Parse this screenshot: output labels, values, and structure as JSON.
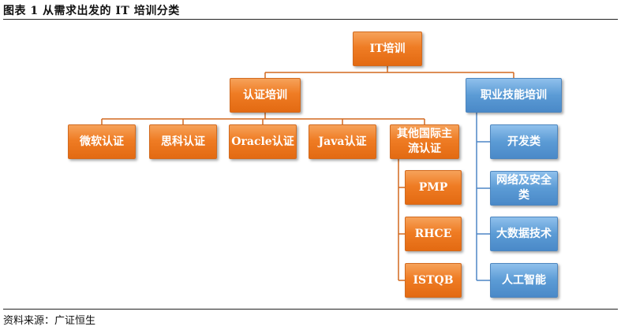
{
  "caption": "图表 1  从需求出发的 IT 培训分类",
  "source": "资料来源：广证恒生",
  "colors": {
    "orange": "#ef7c24",
    "blue": "#5b9bd5",
    "line_orange": "#d2691e",
    "line_blue": "#4f86c6"
  },
  "diagram": {
    "root": "IT培训",
    "cert": {
      "label": "认证培训",
      "children": [
        "微软认证",
        "思科认证",
        "Oracle认证",
        "Java认证",
        "其他国际主流认证"
      ],
      "sub": [
        "PMP",
        "RHCE",
        "ISTQB"
      ]
    },
    "skill": {
      "label": "职业技能培训",
      "children": [
        "开发类",
        "网络及安全类",
        "大数据技术",
        "人工智能"
      ]
    }
  }
}
